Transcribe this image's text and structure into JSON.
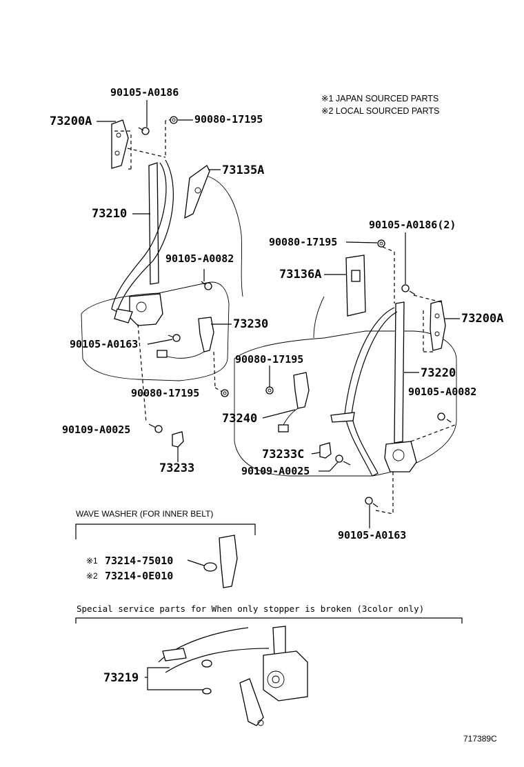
{
  "notes": {
    "japan": "※1  JAPAN SOURCED PARTS",
    "local": "※2  LOCAL SOURCED PARTS"
  },
  "parts": {
    "p90105_A0186_top": "90105-A0186",
    "p73200A_left": "73200A",
    "p90080_17195_top": "90080-17195",
    "p73135A": "73135A",
    "p73210": "73210",
    "p90105_A0082_left": "90105-A0082",
    "p73230": "73230",
    "p90105_A0163_left": "90105-A0163",
    "p90080_17195_mid": "90080-17195",
    "p90080_17195_low": "90080-17195",
    "p90109_A0025_left": "90109-A0025",
    "p73233": "73233",
    "p90105_A0186_2": "90105-A0186(2)",
    "p90080_17195_right": "90080-17195",
    "p73136A": "73136A",
    "p73200A_right": "73200A",
    "p73220": "73220",
    "p90105_A0082_right": "90105-A0082",
    "p73240": "73240",
    "p73233C": "73233C",
    "p90109_A0025_mid": "90109-A0025",
    "p90105_A0163_right": "90105-A0163"
  },
  "wave_washer": {
    "title": "WAVE WASHER (FOR INNER BELT)",
    "mark1": "※1",
    "part1": "73214-75010",
    "mark2": "※2",
    "part2": "73214-0E010"
  },
  "special": {
    "title": "Special  service  parts  for  When  only  stopper  is  broken  (3color  only)",
    "part": "73219"
  },
  "figure_id": "717389C"
}
